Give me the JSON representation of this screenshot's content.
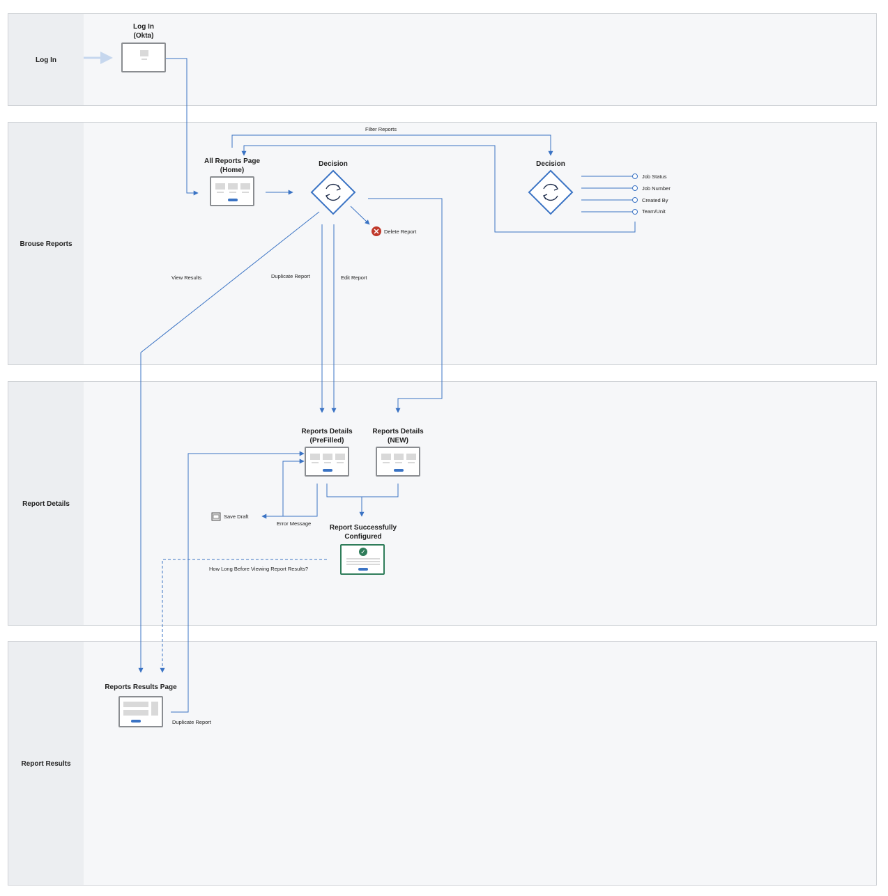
{
  "lanes": {
    "login": "Log In",
    "browse": "Brouse Reports",
    "details": "Report Details",
    "results": "Report Results"
  },
  "nodes": {
    "login_page": "Log In\n(Okta)",
    "all_reports": "All Reports Page\n(Home)",
    "decision_1": "Decision",
    "decision_2": "Decision",
    "details_prefilled": "Reports Details\n(PreFilled)",
    "details_new": "Reports Details\n(NEW)",
    "success": "Report Successfully\nConfigured",
    "results_page": "Reports Results Page"
  },
  "edges": {
    "filter_reports": "Filter Reports",
    "delete_report": "Delete Report",
    "view_results": "View Results",
    "duplicate_report": "Duplicate Report",
    "edit_report": "Edit Report",
    "save_draft": "Save Draft",
    "error_message": "Error Message",
    "how_long": "How Long Before Viewing Report Results?",
    "duplicate_report_2": "Duplicate Report"
  },
  "filters": [
    "Job Status",
    "Job Number",
    "Created By",
    "Team/Unit"
  ],
  "colors": {
    "accent": "#3a73c4",
    "success": "#2f7d5a",
    "danger": "#c0392b",
    "lane_bg": "#f6f7f9",
    "lane_head": "#eceef1"
  }
}
